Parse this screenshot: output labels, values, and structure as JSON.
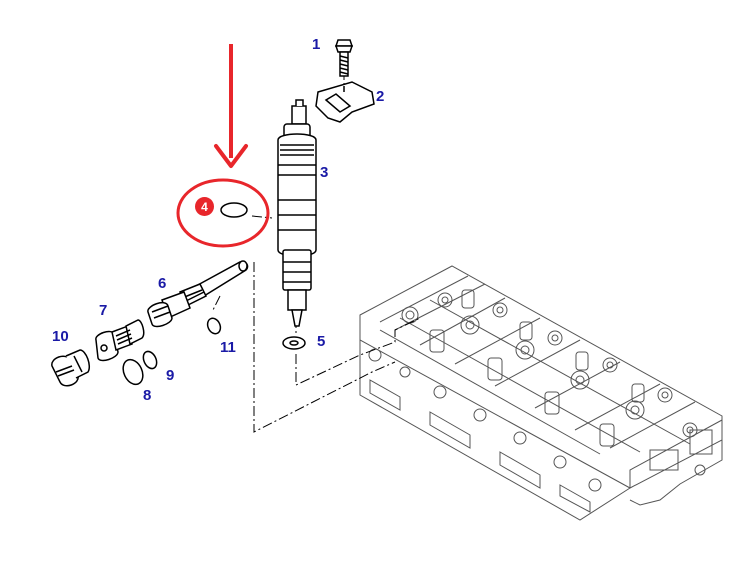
{
  "colors": {
    "line": "#000000",
    "callout_text": "#1a1aa6",
    "highlight": "#e8262b",
    "engine_line": "#555555"
  },
  "callouts": {
    "p1": "1",
    "p2": "2",
    "p3": "3",
    "p4": "4",
    "p5": "5",
    "p6": "6",
    "p7": "7",
    "p8": "8",
    "p9": "9",
    "p10": "10",
    "p11": "11"
  },
  "parts": [
    {
      "name": "bolt-icon"
    },
    {
      "name": "clamp-icon"
    },
    {
      "name": "injector-icon"
    },
    {
      "name": "o-ring-icon"
    },
    {
      "name": "washer-icon"
    },
    {
      "name": "fuel-pipe-icon"
    },
    {
      "name": "connector-icon"
    },
    {
      "name": "nut-icon"
    },
    {
      "name": "cylinder-head-icon"
    }
  ],
  "highlight": {
    "target_part": "4",
    "marker": "arrow-and-circle"
  }
}
